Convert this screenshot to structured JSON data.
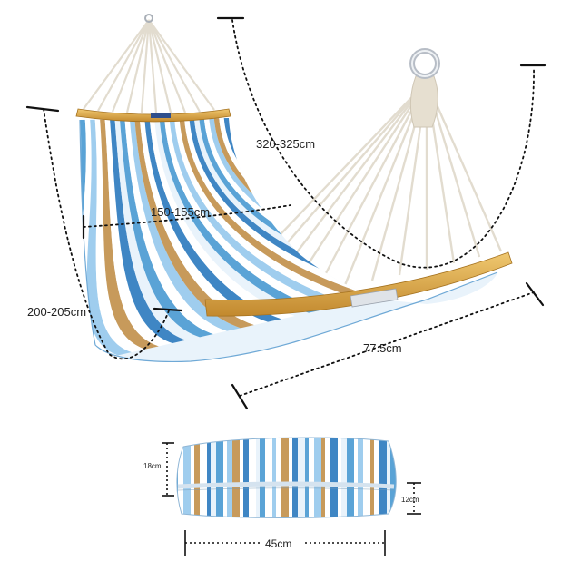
{
  "product": {
    "name": "Hammock",
    "stripe_colors": [
      "#5aa3d6",
      "#ffffff",
      "#9fcdee",
      "#c79a5b",
      "#3f86c4",
      "#e9f3fb"
    ],
    "wood_color": "#d8a54a",
    "rope_color": "#ece6d9",
    "ring_color": "#c9ced6"
  },
  "dimensions": {
    "length_total": "320-325cm",
    "bed_width": "150-155cm",
    "bed_length": "200-205cm",
    "spreader_bar": "77.5cm",
    "folded_height": "18cm",
    "folded_depth": "12cm",
    "folded_width": "45cm"
  }
}
